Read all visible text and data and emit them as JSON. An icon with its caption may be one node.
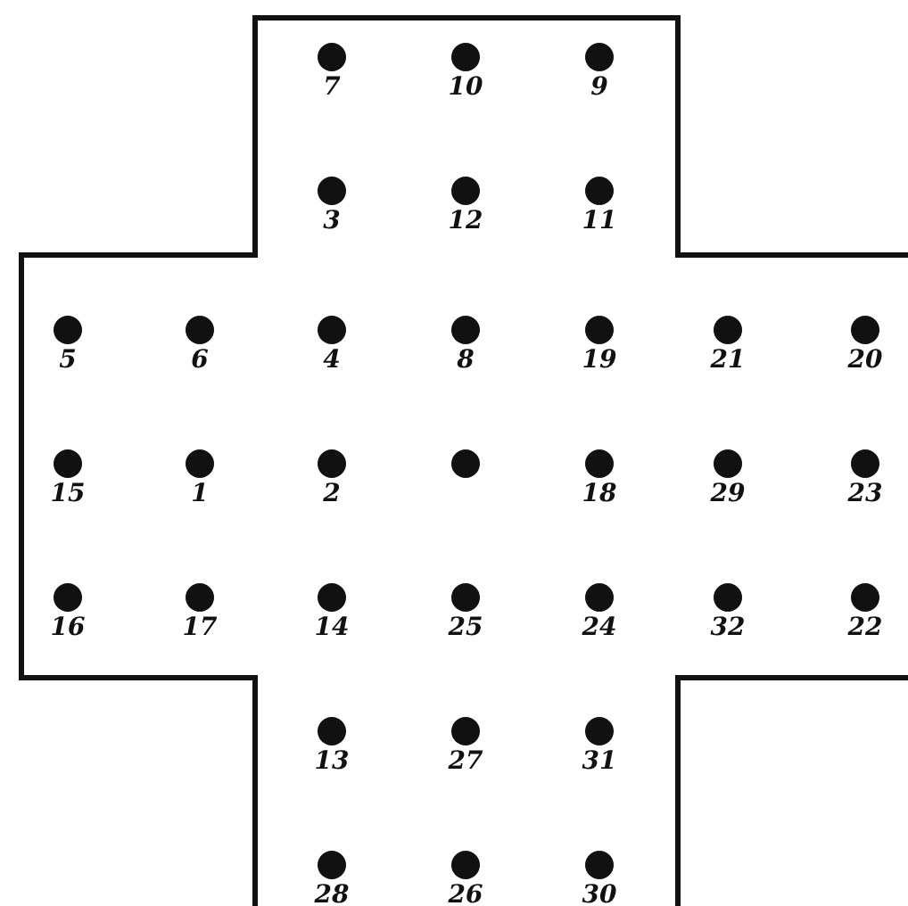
{
  "diagram": {
    "labels": [
      "7",
      "10",
      "9",
      "3",
      "12",
      "11",
      "5",
      "6",
      "4",
      "8",
      "19",
      "21",
      "20",
      "15",
      "1",
      "2",
      "18",
      "29",
      "23",
      "16",
      "17",
      "14",
      "25",
      "24",
      "32",
      "22",
      "13",
      "27",
      "31",
      "28",
      "26",
      "30"
    ]
  }
}
